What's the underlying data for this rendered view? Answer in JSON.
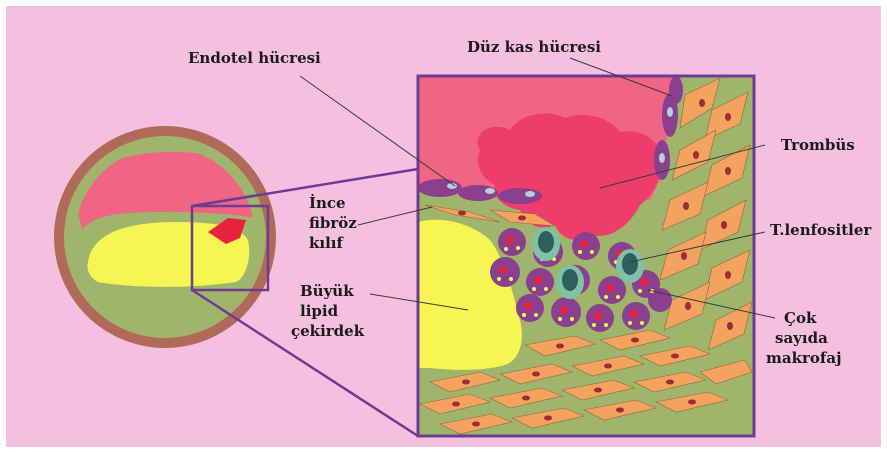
{
  "labels": {
    "endothelial_cell": "Endotel hücresi",
    "smooth_muscle_cell": "Düz kas hücresi",
    "thrombus": "Trombüs",
    "thin_fibrous_cap_1": "İnce",
    "thin_fibrous_cap_2": "fibröz",
    "thin_fibrous_cap_3": "kılıf",
    "t_lymphocytes": "T.lenfositler",
    "large_lipid_core_1": "Büyük",
    "large_lipid_core_2": "lipid",
    "large_lipid_core_3": "çekirdek",
    "macrophages_1": "Çok",
    "macrophages_2": "sayıda",
    "macrophages_3": "makrofaj"
  },
  "colors": {
    "background": "#f5bfe0",
    "vessel_wall": "#b06a57",
    "media": "#9fb56c",
    "thrombus": "#ee3d6a",
    "lumen": "#f06484",
    "lipid_core": "#f6f552",
    "smooth_muscle": "#f3a35e",
    "cell_nucleus": "#a02a3a",
    "macrophage": "#8a3f8f",
    "lymphocyte": "#7fc3a6",
    "frame": "#6b3c8f"
  }
}
